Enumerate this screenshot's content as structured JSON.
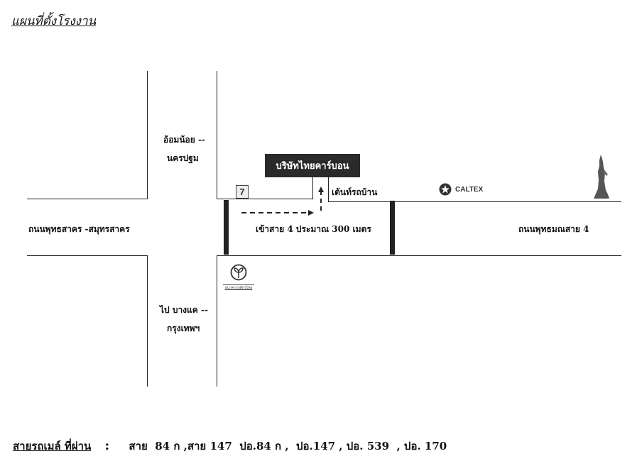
{
  "title": "แผนที่ตั้งโรงงาน",
  "company": "บริษัทไทยคาร์บอน",
  "labels": {
    "om_noi_1": "อ้อมน้อย --",
    "om_noi_2": "นครปฐม",
    "bang_khae_1": "ไป บางแค --",
    "bang_khae_2": "กรุงเทพฯ",
    "left_road": "ถนนพุทธสาคร -สมุทรสาคร",
    "direction": "เข้าสาย 4 ประมาณ 300 เมตร",
    "tent": "เต้นท์รถบ้าน",
    "right_road": "ถนนพุทธมณสาย 4"
  },
  "landmarks": {
    "caltex": "CALTEX",
    "seven_eleven": "7",
    "kbank": "ธนาคารกสิกรไทย"
  },
  "footer": {
    "label": "สายรถเมล์ ที่ผ่าน",
    "separator": ":",
    "routes": "สาย  84 ก ,สาย 147  ปอ.84 ก ,  ปอ.147 , ปอ. 539  , ปอ. 170"
  }
}
